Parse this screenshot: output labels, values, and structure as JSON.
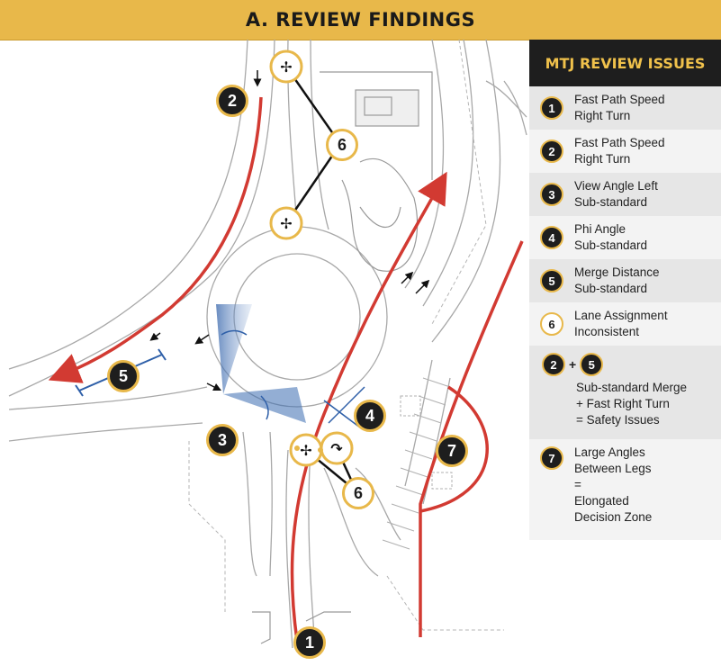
{
  "header": {
    "title": "A. REVIEW FINDINGS"
  },
  "panel": {
    "title": "MTJ REVIEW ISSUES",
    "items": [
      {
        "num": "1",
        "line1": "Fast Path Speed",
        "line2": "Right Turn"
      },
      {
        "num": "2",
        "line1": "Fast Path Speed",
        "line2": "Right Turn"
      },
      {
        "num": "3",
        "line1": "View Angle Left",
        "line2": "Sub-standard"
      },
      {
        "num": "4",
        "line1": "Phi Angle",
        "line2": "Sub-standard"
      },
      {
        "num": "5",
        "line1": "Merge Distance",
        "line2": "Sub-standard"
      },
      {
        "num": "6",
        "line1": "Lane Assignment",
        "line2": "Inconsistent"
      }
    ],
    "combo": {
      "a": "2",
      "plus": "+",
      "b": "5",
      "line1": "Sub-standard Merge",
      "line2": "+ Fast Right Turn",
      "line3": "=  Safety Issues"
    },
    "last": {
      "num": "7",
      "line1": "Large Angles",
      "line2": "Between Legs",
      "line3": "=",
      "line4": "Elongated",
      "line5": "Decision Zone"
    }
  },
  "map": {
    "badges": {
      "b1": "1",
      "b2": "2",
      "b3": "3",
      "b4": "4",
      "b5": "5",
      "b6a": "6",
      "b6b": "6",
      "b7": "7"
    }
  },
  "colors": {
    "accent": "#e8b84a",
    "issue_red": "#d23a32",
    "dark": "#1e1e1e",
    "sight_blue": "#2e5fa8"
  }
}
